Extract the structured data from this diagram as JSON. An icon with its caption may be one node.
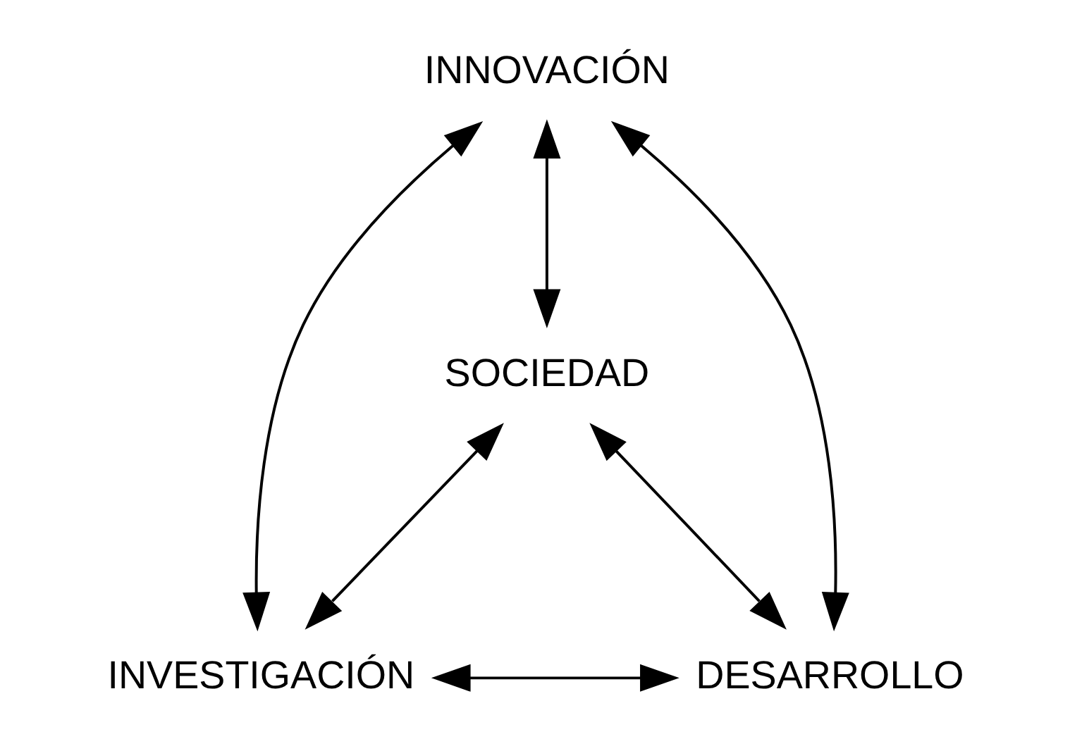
{
  "diagram": {
    "nodes": [
      {
        "text": [
          "INNOVACIÓN"
        ]
      },
      {
        "text": [
          "SOCIEDAD"
        ]
      },
      {
        "text": [
          "INVESTIGACIÓN"
        ]
      },
      {
        "text": [
          "DESARROLLO"
        ]
      }
    ],
    "edges": [
      {
        "from": 0,
        "to": 1,
        "arrow": "both"
      },
      {
        "from": 0,
        "to": 2,
        "arrow": "both"
      },
      {
        "from": 0,
        "to": 3,
        "arrow": "both"
      },
      {
        "from": 1,
        "to": 2,
        "arrow": "both"
      },
      {
        "from": 1,
        "to": 3,
        "arrow": "both"
      },
      {
        "from": 2,
        "to": 3,
        "arrow": "both"
      }
    ]
  }
}
